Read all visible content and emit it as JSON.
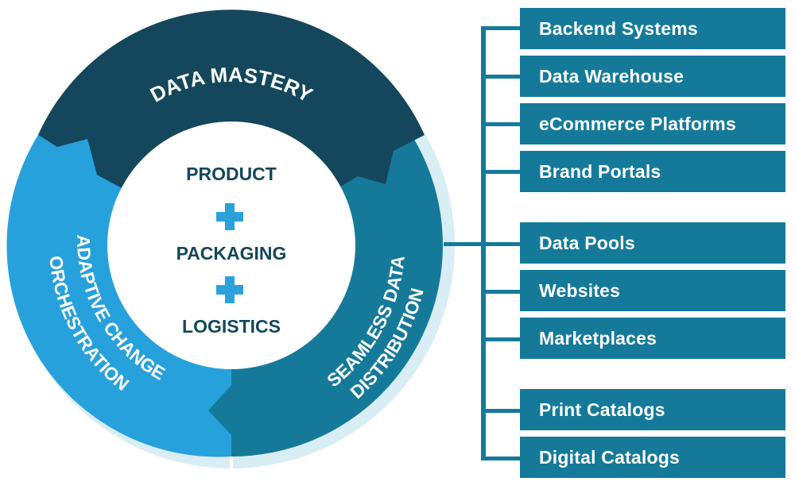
{
  "diagram": {
    "segments": {
      "top": {
        "label": "DATA MASTERY",
        "color": "#14475b"
      },
      "left": {
        "line1": "ADAPTIVE CHANGE",
        "line2": "ORCHESTRATION",
        "color": "#27a1db"
      },
      "right": {
        "line1": "SEAMLESS DATA",
        "line2": "DISTRIBUTION",
        "color": "#157a9a"
      }
    },
    "outer_ring_color": "#d9edf4",
    "center": {
      "items": [
        "PRODUCT",
        "PACKAGING",
        "LOGISTICS"
      ],
      "text_color": "#13475b",
      "plus_color": "#2ba1dc"
    },
    "targets": {
      "box_color": "#157a9a",
      "items": [
        "Backend Systems",
        "Data Warehouse",
        "eCommerce Platforms",
        "Brand Portals",
        "Data Pools",
        "Websites",
        "Marketplaces",
        "Print Catalogs",
        "Digital Catalogs"
      ]
    }
  }
}
